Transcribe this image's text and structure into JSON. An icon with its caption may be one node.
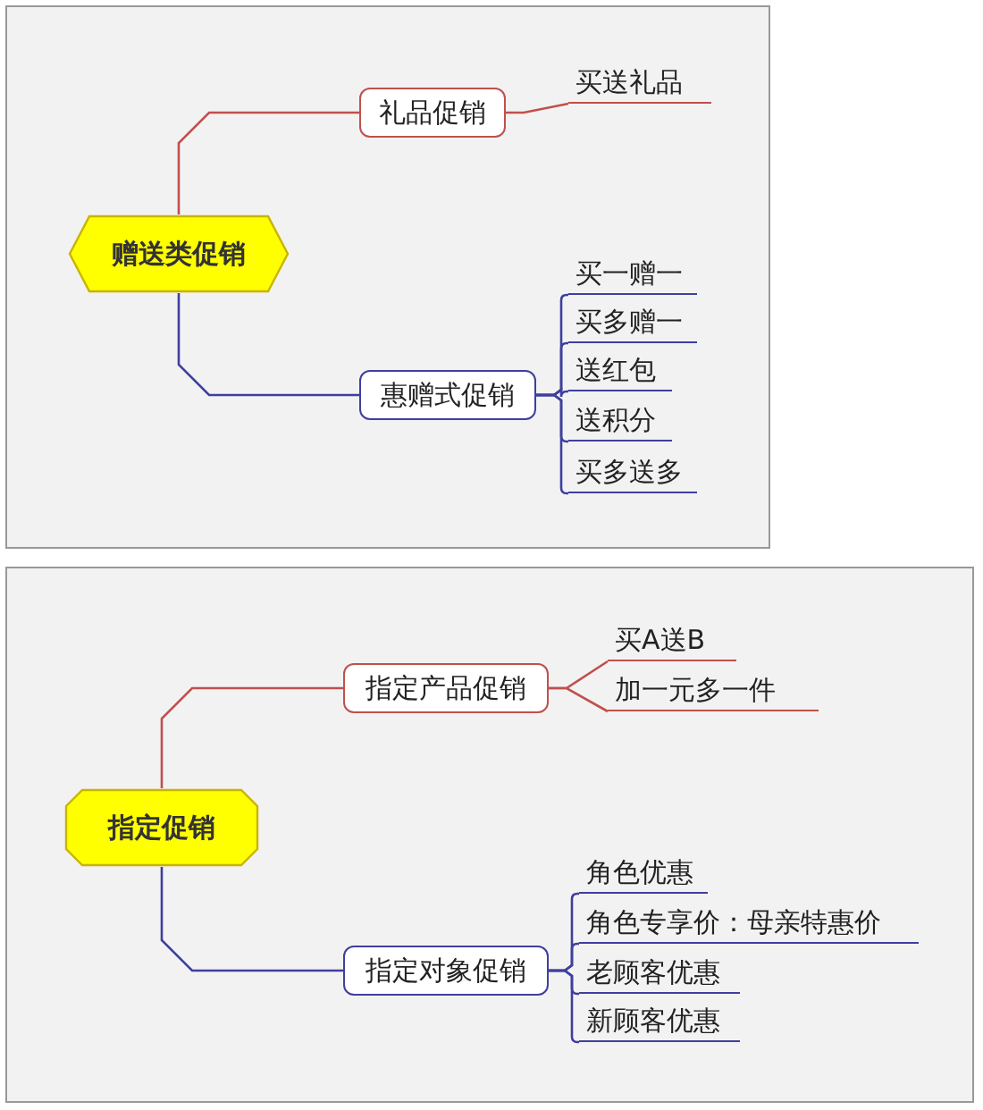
{
  "diagram": {
    "nodes": [
      {
        "text": [
          "赠送类促销"
        ]
      },
      {
        "text": [
          "礼品促销"
        ]
      },
      {
        "text": [
          "买送礼品"
        ]
      },
      {
        "text": [
          "惠赠式促销"
        ]
      },
      {
        "text": [
          "买一赠一"
        ]
      },
      {
        "text": [
          "买多赠一"
        ]
      },
      {
        "text": [
          "送红包"
        ]
      },
      {
        "text": [
          "送积分"
        ]
      },
      {
        "text": [
          "买多送多"
        ]
      },
      {
        "text": [
          "指定促销"
        ]
      },
      {
        "text": [
          "指定产品促销"
        ]
      },
      {
        "text": [
          "买A送B"
        ]
      },
      {
        "text": [
          "加一元多一件"
        ]
      },
      {
        "text": [
          "指定对象促销"
        ]
      },
      {
        "text": [
          "角色优惠"
        ]
      },
      {
        "text": [
          "角色专享价：母亲特惠价"
        ]
      },
      {
        "text": [
          "老顾客优惠"
        ]
      },
      {
        "text": [
          "新顾客优惠"
        ]
      }
    ],
    "edges": [
      {
        "from": 0,
        "to": 1,
        "arrow": "none",
        "color": "#c0504d"
      },
      {
        "from": 1,
        "to": 2,
        "arrow": "none",
        "color": "#c0504d"
      },
      {
        "from": 0,
        "to": 3,
        "arrow": "none"
      },
      {
        "from": 3,
        "to": 4,
        "arrow": "none"
      },
      {
        "from": 3,
        "to": 5,
        "arrow": "none"
      },
      {
        "from": 3,
        "to": 6,
        "arrow": "none"
      },
      {
        "from": 3,
        "to": 7,
        "arrow": "none"
      },
      {
        "from": 3,
        "to": 8,
        "arrow": "none"
      },
      {
        "from": 9,
        "to": 10,
        "arrow": "none",
        "color": "#c0504d"
      },
      {
        "from": 10,
        "to": 11,
        "arrow": "none",
        "color": "#c0504d"
      },
      {
        "from": 10,
        "to": 12,
        "arrow": "none",
        "color": "#c0504d"
      },
      {
        "from": 9,
        "to": 13,
        "arrow": "none"
      },
      {
        "from": 13,
        "to": 14,
        "arrow": "none"
      },
      {
        "from": 13,
        "to": 15,
        "arrow": "none"
      },
      {
        "from": 13,
        "to": 16,
        "arrow": "none"
      },
      {
        "from": 13,
        "to": 17,
        "arrow": "none"
      }
    ]
  }
}
